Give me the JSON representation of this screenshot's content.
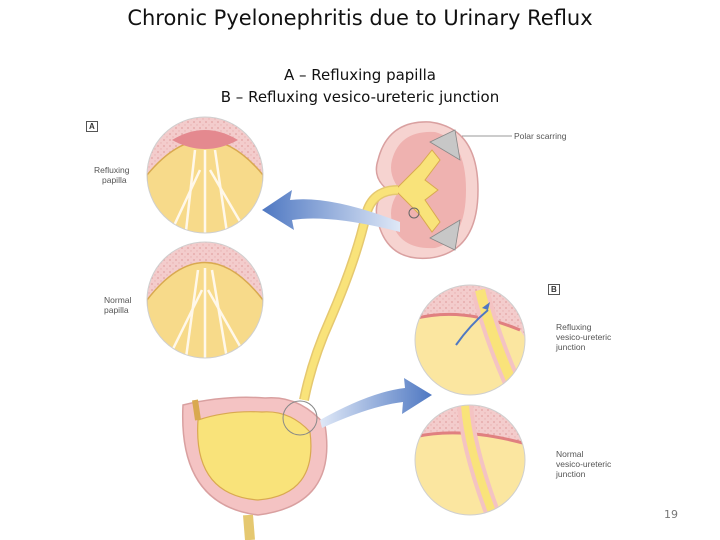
{
  "title": "Chronic Pyelonephritis due to Urinary Reflux",
  "subtitle_a": "A – Refluxing papilla",
  "subtitle_b": "B – Refluxing vesico-ureteric junction",
  "panel_a": "A",
  "panel_b": "B",
  "labels": {
    "polar_scarring": "Polar scarring",
    "refluxing_papilla_1": "Refluxing",
    "refluxing_papilla_2": "papilla",
    "normal_papilla_1": "Normal",
    "normal_papilla_2": "papilla",
    "refluxing_vuj_1": "Refluxing",
    "refluxing_vuj_2": "vesico-ureteric",
    "refluxing_vuj_3": "junction",
    "normal_vuj_1": "Normal",
    "normal_vuj_2": "vesico-ureteric",
    "normal_vuj_3": "junction"
  },
  "page_number": "19",
  "colors": {
    "tissue_pink": "#f2c9c9",
    "papilla_yellow": "#f7da8a",
    "urine_yellow": "#f9e37a",
    "arrow_blue": "#6f93cf"
  }
}
